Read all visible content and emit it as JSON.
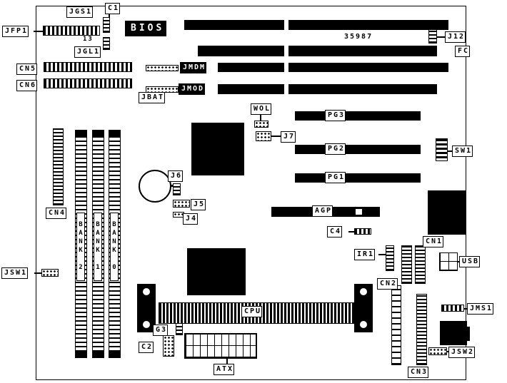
{
  "board": {
    "silkscreen_number": "35987",
    "pin_label": "13"
  },
  "colors": {
    "component": "#000000",
    "board": "#ffffff"
  },
  "labels": {
    "jgs1": "JGS1",
    "c1": "C1",
    "jfp1": "JFP1",
    "jgl1": "JGL1",
    "cn5": "CN5",
    "cn6": "CN6",
    "jmdm": "JMDM",
    "jmod": "JMOD",
    "jbat": "JBAT",
    "bios": "BIOS",
    "wol": "WOL",
    "j7": "J7",
    "j12": "J12",
    "fc": "FC",
    "sw1": "SW1",
    "cn4": "CN4",
    "j6": "J6",
    "j5": "J5",
    "j4": "J4",
    "pg3": "PG3",
    "pg2": "PG2",
    "pg1": "PG1",
    "agp": "AGP",
    "c4": "C4",
    "cn1": "CN1",
    "ir1": "IR1",
    "usb": "USB",
    "cn2": "CN2",
    "jsw1": "JSW1",
    "jms1": "JMS1",
    "cpu": "CPU",
    "g3": "G3",
    "c2": "C2",
    "atx": "ATX",
    "jsw2": "JSW2",
    "cn3": "CN3",
    "bank2": "BANK 2",
    "bank1": "BANK 1",
    "bank0": "BANK 0"
  }
}
